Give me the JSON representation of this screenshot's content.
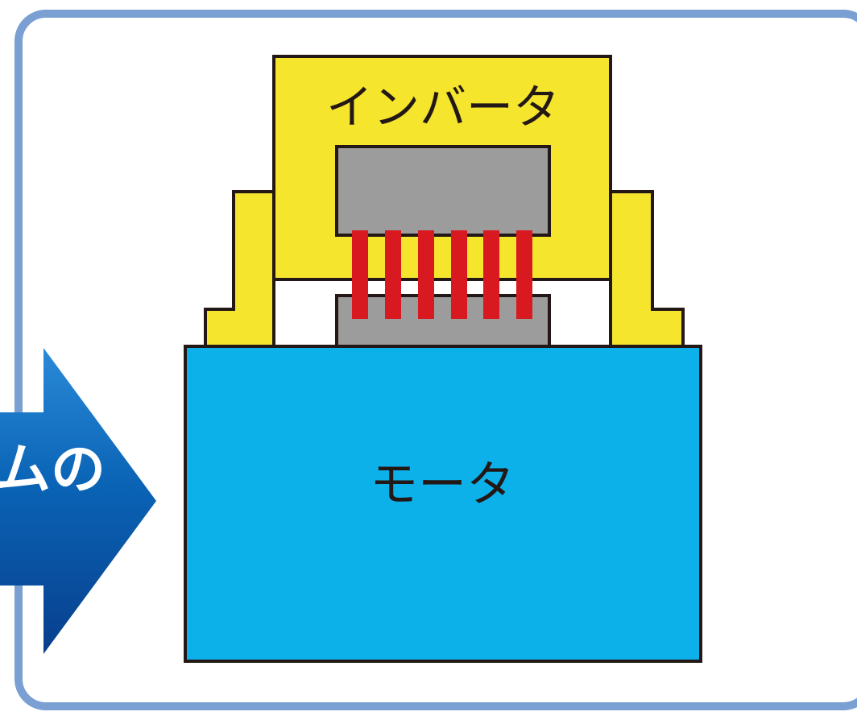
{
  "diagram": {
    "inverter_label": "インバータ",
    "motor_label": "モータ",
    "arrow_label": "ムの"
  },
  "colors": {
    "frame_border": "#7a9fd3",
    "inverter_fill": "#f5e52d",
    "motor_fill": "#0db1ea",
    "module_fill": "#9c9c9c",
    "terminal_fill": "#d8191f",
    "arrow_fill": "#0a63b5",
    "arrow_highlight": "#2a8ad8",
    "outline": "#231815"
  }
}
